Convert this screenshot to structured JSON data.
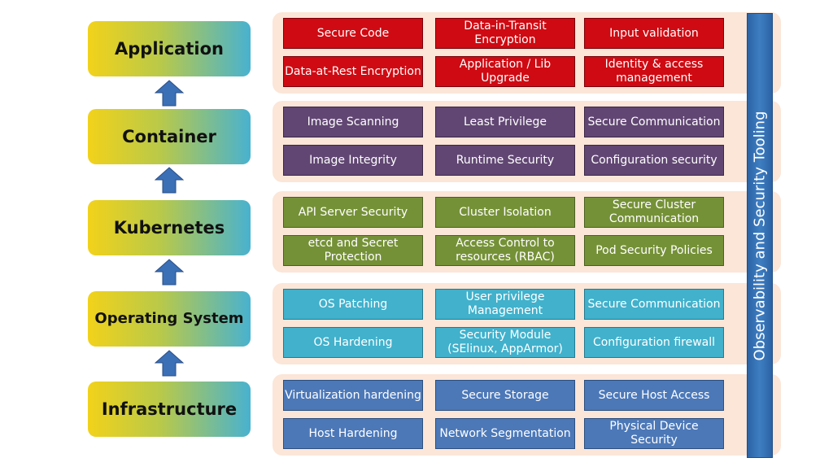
{
  "layers": [
    {
      "label": "Application",
      "fill": "#cf0a12",
      "border": "#7a0008",
      "items": [
        "Secure Code",
        "Data-in-Transit Encryption",
        "Input validation",
        "Data-at-Rest Encryption",
        "Application / Lib Upgrade",
        "Identity & access management"
      ]
    },
    {
      "label": "Container",
      "fill": "#614673",
      "border": "#3b2847",
      "items": [
        "Image Scanning",
        "Least Privilege",
        "Secure Communication",
        "Image Integrity",
        "Runtime Security",
        "Configuration security"
      ]
    },
    {
      "label": "Kubernetes",
      "fill": "#759137",
      "border": "#4a5f22",
      "items": [
        "API Server Security",
        "Cluster Isolation",
        "Secure Cluster Communication",
        "etcd and Secret Protection",
        "Access Control to resources (RBAC)",
        "Pod Security Policies"
      ]
    },
    {
      "label": "Operating System",
      "fill": "#41b1cc",
      "border": "#237a91",
      "items": [
        "OS Patching",
        "User privilege Management",
        "Secure Communication",
        "OS Hardening",
        "Security Module (SElinux, AppArmor)",
        "Configuration firewall"
      ]
    },
    {
      "label": "Infrastructure",
      "fill": "#4c78b8",
      "border": "#2c4f80",
      "items": [
        "Virtualization hardening",
        "Secure Storage",
        "Secure Host Access",
        "Host Hardening",
        "Network Segmentation",
        "Physical Device Security"
      ]
    }
  ],
  "sidebar_label": "Observability and Security Tooling",
  "arrow_color": "#3b6fb6"
}
